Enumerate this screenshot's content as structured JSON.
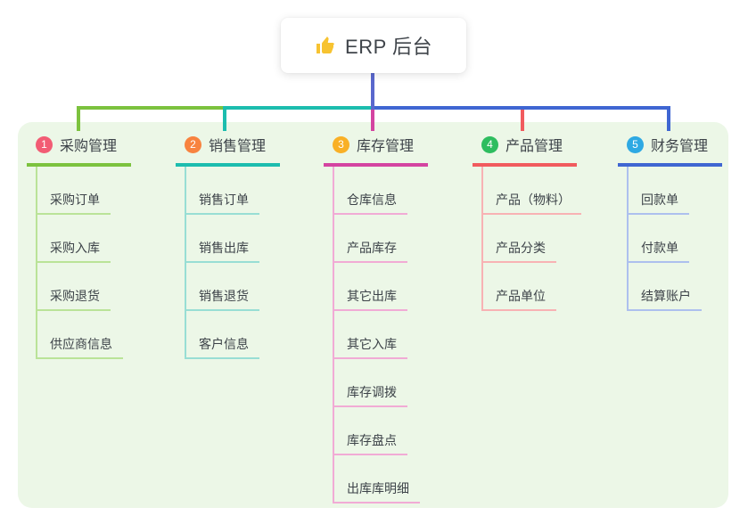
{
  "root": {
    "icon_name": "thumbs-up-icon",
    "title": "ERP 后台",
    "line_color": "#5a68cd",
    "icon_color": "#f7c331"
  },
  "panel": {
    "background": "#ecf7e7"
  },
  "branches": [
    {
      "num": "1",
      "label": "采购管理",
      "badge_color": "#f25c74",
      "line_color": "#7cc23e",
      "item_line_color": "#bae398",
      "items": [
        "采购订单",
        "采购入库",
        "采购退货",
        "供应商信息"
      ]
    },
    {
      "num": "2",
      "label": "销售管理",
      "badge_color": "#f8833f",
      "line_color": "#1cbdae",
      "item_line_color": "#98ded4",
      "items": [
        "销售订单",
        "销售出库",
        "销售退货",
        "客户信息"
      ]
    },
    {
      "num": "3",
      "label": "库存管理",
      "badge_color": "#f9b026",
      "line_color": "#d444a1",
      "item_line_color": "#f1abd5",
      "items": [
        "仓库信息",
        "产品库存",
        "其它出库",
        "其它入库",
        "库存调拨",
        "库存盘点",
        "出库库明细"
      ]
    },
    {
      "num": "4",
      "label": "产品管理",
      "badge_color": "#2ebd5f",
      "line_color": "#f15b5e",
      "item_line_color": "#f8b2b4",
      "items": [
        "产品（物料）",
        "产品分类",
        "产品单位"
      ]
    },
    {
      "num": "5",
      "label": "财务管理",
      "badge_color": "#2ea9e3",
      "line_color": "#3f66d2",
      "item_line_color": "#adc0ee",
      "items": [
        "回款单",
        "付款单",
        "结算账户"
      ]
    }
  ]
}
